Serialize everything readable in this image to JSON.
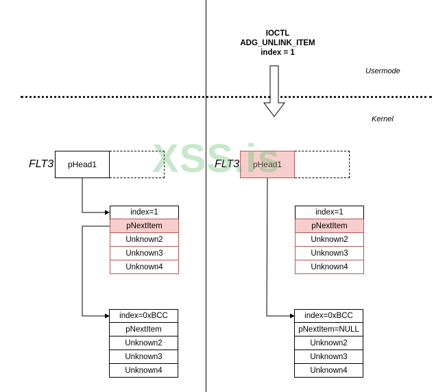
{
  "ioctl": {
    "line1": "IOCTL",
    "line2": "ADG_UNLINK_ITEM",
    "line3": "index = 1"
  },
  "modes": {
    "user": "Usermode",
    "kernel": "Kernel"
  },
  "watermark": "XSS.is",
  "left": {
    "flt_label": "FLT3",
    "head_label": "pHead1",
    "item1": [
      "index=1",
      "pNextItem",
      "Unknown2",
      "Unknown3",
      "Unknown4"
    ],
    "item2": [
      "index=0xBCC",
      "pNextItem",
      "Unknown2",
      "Unknown3",
      "Unknown4"
    ]
  },
  "right": {
    "flt_label": "FLT3",
    "head_label": "pHead1",
    "item1": [
      "index=1",
      "pNextItem",
      "Unknown2",
      "Unknown3",
      "Unknown4"
    ],
    "item2": [
      "index=0xBCC",
      "pNextItem=NULL",
      "Unknown2",
      "Unknown3",
      "Unknown4"
    ]
  },
  "colors": {
    "highlight_fill": "#f8cecc",
    "highlight_border": "#b85450"
  }
}
